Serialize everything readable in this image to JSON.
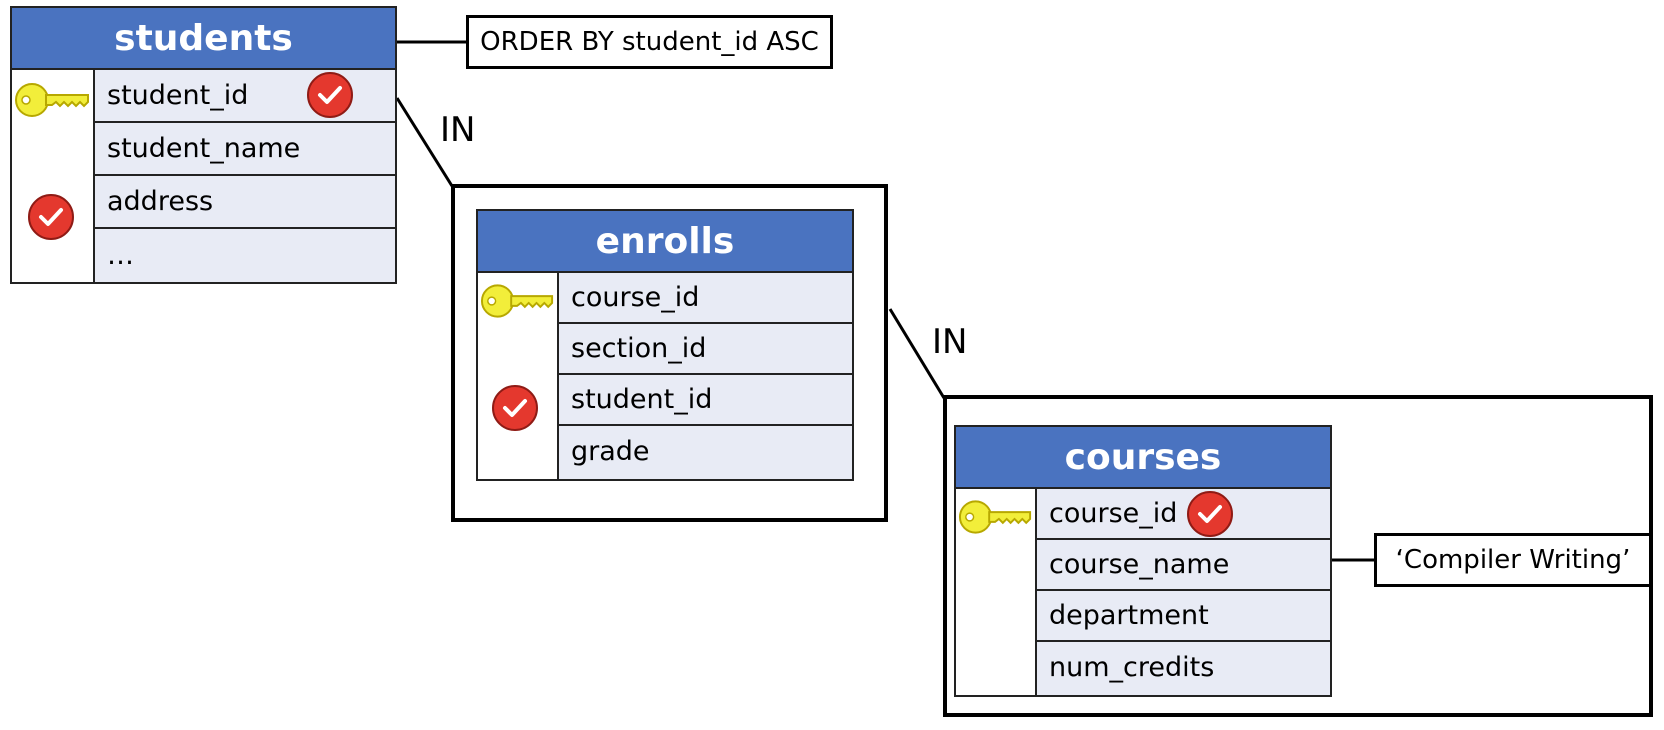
{
  "students": {
    "title": "students",
    "rows": [
      "student_id",
      "student_name",
      "address",
      "…"
    ]
  },
  "enrolls": {
    "title": "enrolls",
    "rows": [
      "course_id",
      "section_id",
      "student_id",
      "grade"
    ]
  },
  "courses": {
    "title": "courses",
    "rows": [
      "course_id",
      "course_name",
      "department",
      "num_credits"
    ]
  },
  "annotations": {
    "order_by": "ORDER BY student_id ASC",
    "in_1": "IN",
    "in_2": "IN",
    "filter_value": "‘Compiler Writing’"
  },
  "colors": {
    "header": "#4a73c0",
    "row_fill": "#e8ebf5",
    "check": "#e4382e",
    "key": "#f2ee3a"
  },
  "icons": [
    "key-icon",
    "check-icon"
  ]
}
